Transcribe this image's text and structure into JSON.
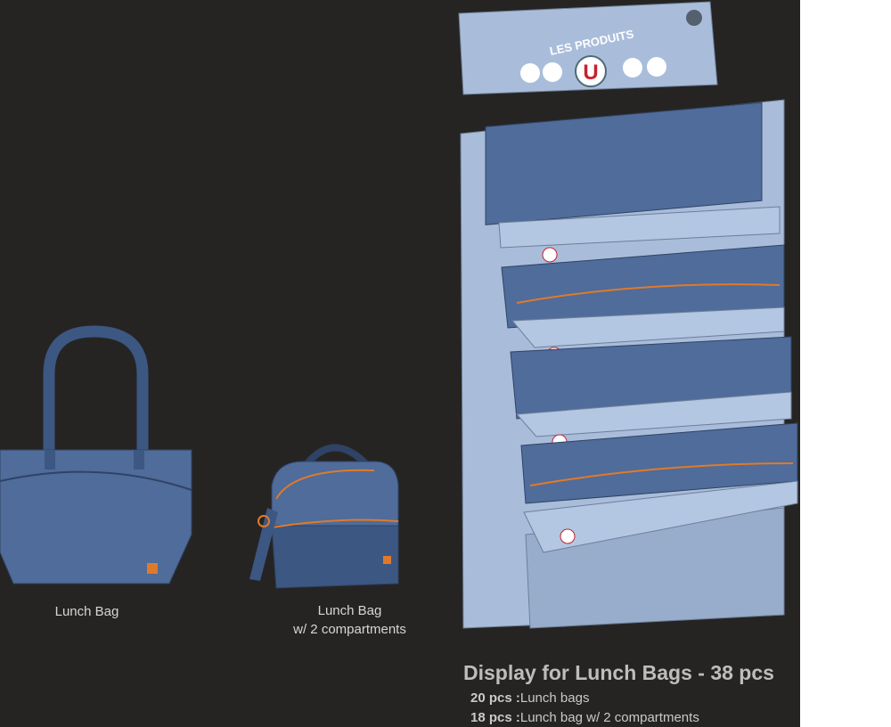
{
  "products": [
    {
      "name": "Lunch Bag"
    },
    {
      "name": "Lunch Bag",
      "subtitle": "w/ 2 compartments"
    }
  ],
  "display": {
    "brand_text": "LES PRODUITS",
    "brand_letter": "U",
    "title": "Display for Lunch Bags - 38 pcs",
    "contents": [
      {
        "qty": "20 pcs :",
        "item": "Lunch bags"
      },
      {
        "qty": "18 pcs :",
        "item": "Lunch bag w/ 2 compartments"
      }
    ]
  },
  "colors": {
    "background": "#262422",
    "bag": "#4f6c9a",
    "bag_dark": "#2f4366",
    "display": "#a9bddb",
    "accent": "#e07a2a",
    "brand_red": "#c8202a"
  }
}
